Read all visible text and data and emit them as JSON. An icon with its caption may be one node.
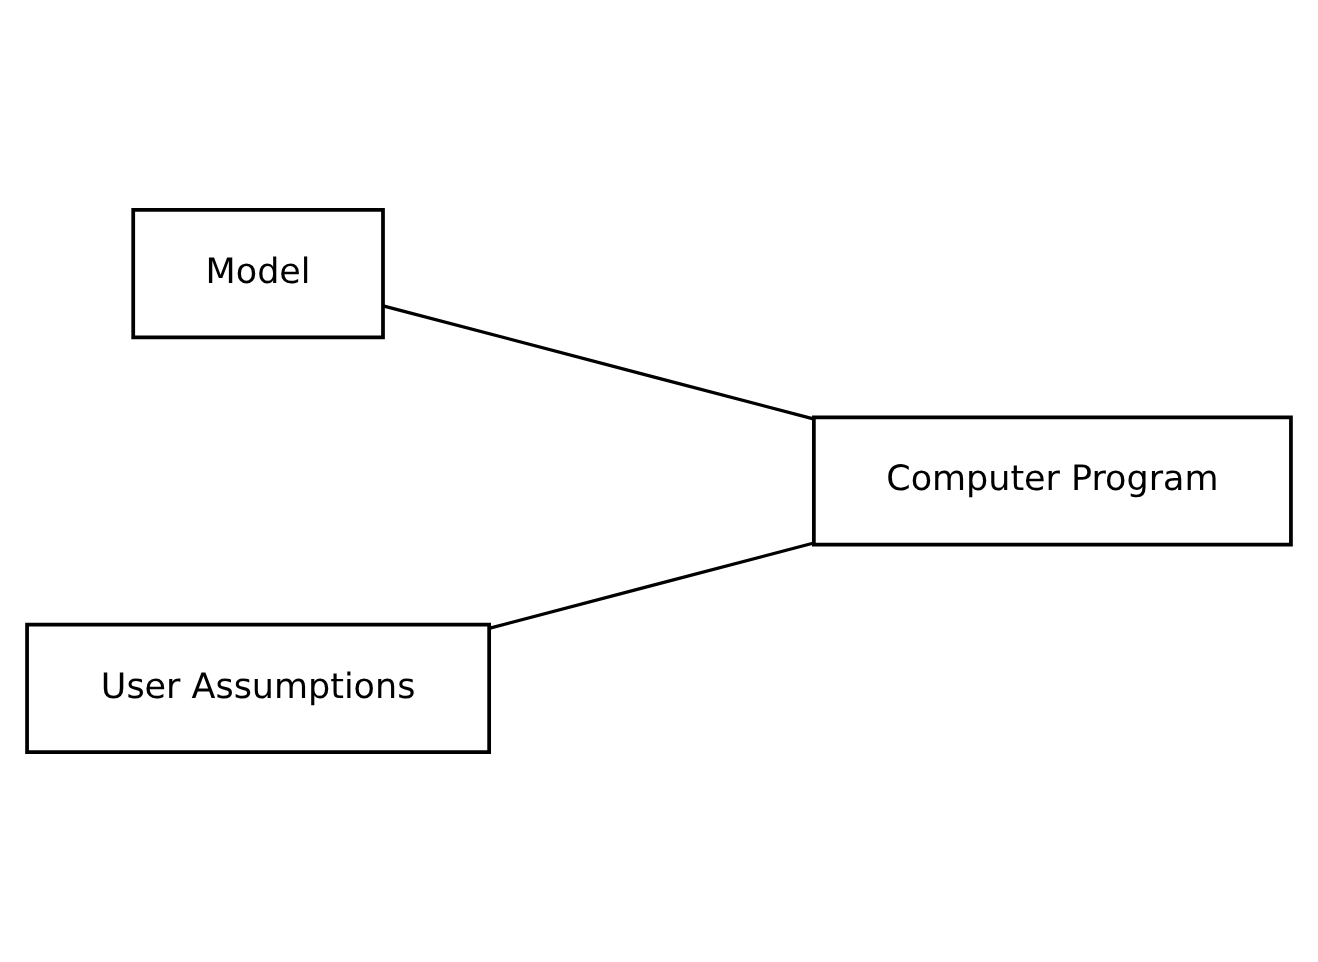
{
  "diagram": {
    "nodes": [
      {
        "text": [
          "Model"
        ]
      },
      {
        "text": [
          "Computer Program"
        ]
      },
      {
        "text": [
          "User Assumptions"
        ]
      }
    ],
    "edges": [
      {
        "from": 0,
        "to": 1,
        "arrow": "none"
      },
      {
        "from": 2,
        "to": 1,
        "arrow": "none"
      }
    ]
  }
}
